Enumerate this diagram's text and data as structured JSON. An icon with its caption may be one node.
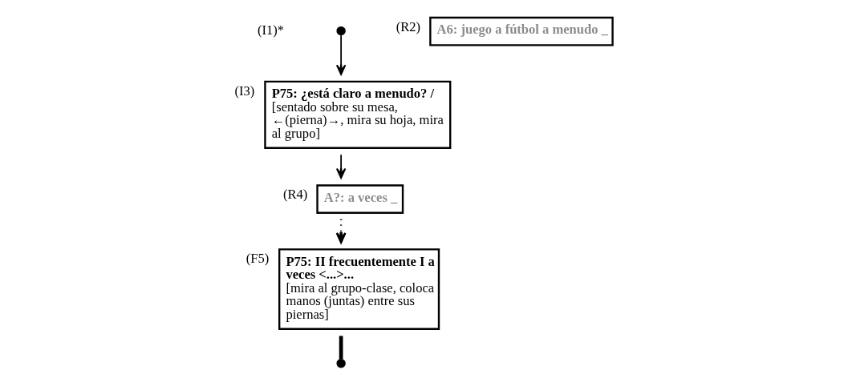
{
  "diagram": {
    "nodes": [
      {
        "text": [],
        "shape": "circle"
      },
      {
        "text": [
          "A6: juego a fútbol a menudo _"
        ],
        "beside": [
          "(R2)"
        ]
      },
      {
        "text": [
          "P75: ¿está claro a menudo? /",
          "[sentado sobre su mesa, ←(pierna)→, mira su hoja, mira al grupo]"
        ],
        "beside": [
          "(I3)"
        ]
      },
      {
        "text": [
          "A?: a veces _"
        ],
        "beside": [
          "(R4)"
        ]
      },
      {
        "text": [
          "P75: II frecuentemente I a veces <...>...",
          "[mira al grupo-clase, coloca manos (juntas) entre sus piernas]"
        ],
        "beside": [
          "(F5)"
        ]
      },
      {
        "text": [],
        "shape": "circle"
      }
    ],
    "edges": [
      {
        "from": 0,
        "to": 2,
        "arrow": "to"
      },
      {
        "from": 2,
        "to": 3,
        "arrow": "to"
      },
      {
        "from": 3,
        "to": 4,
        "arrow": "to",
        "style": "dashed"
      },
      {
        "from": 4,
        "to": 5,
        "arrow": "none",
        "style": "thick"
      }
    ],
    "labels": [
      "(I1)*"
    ]
  }
}
